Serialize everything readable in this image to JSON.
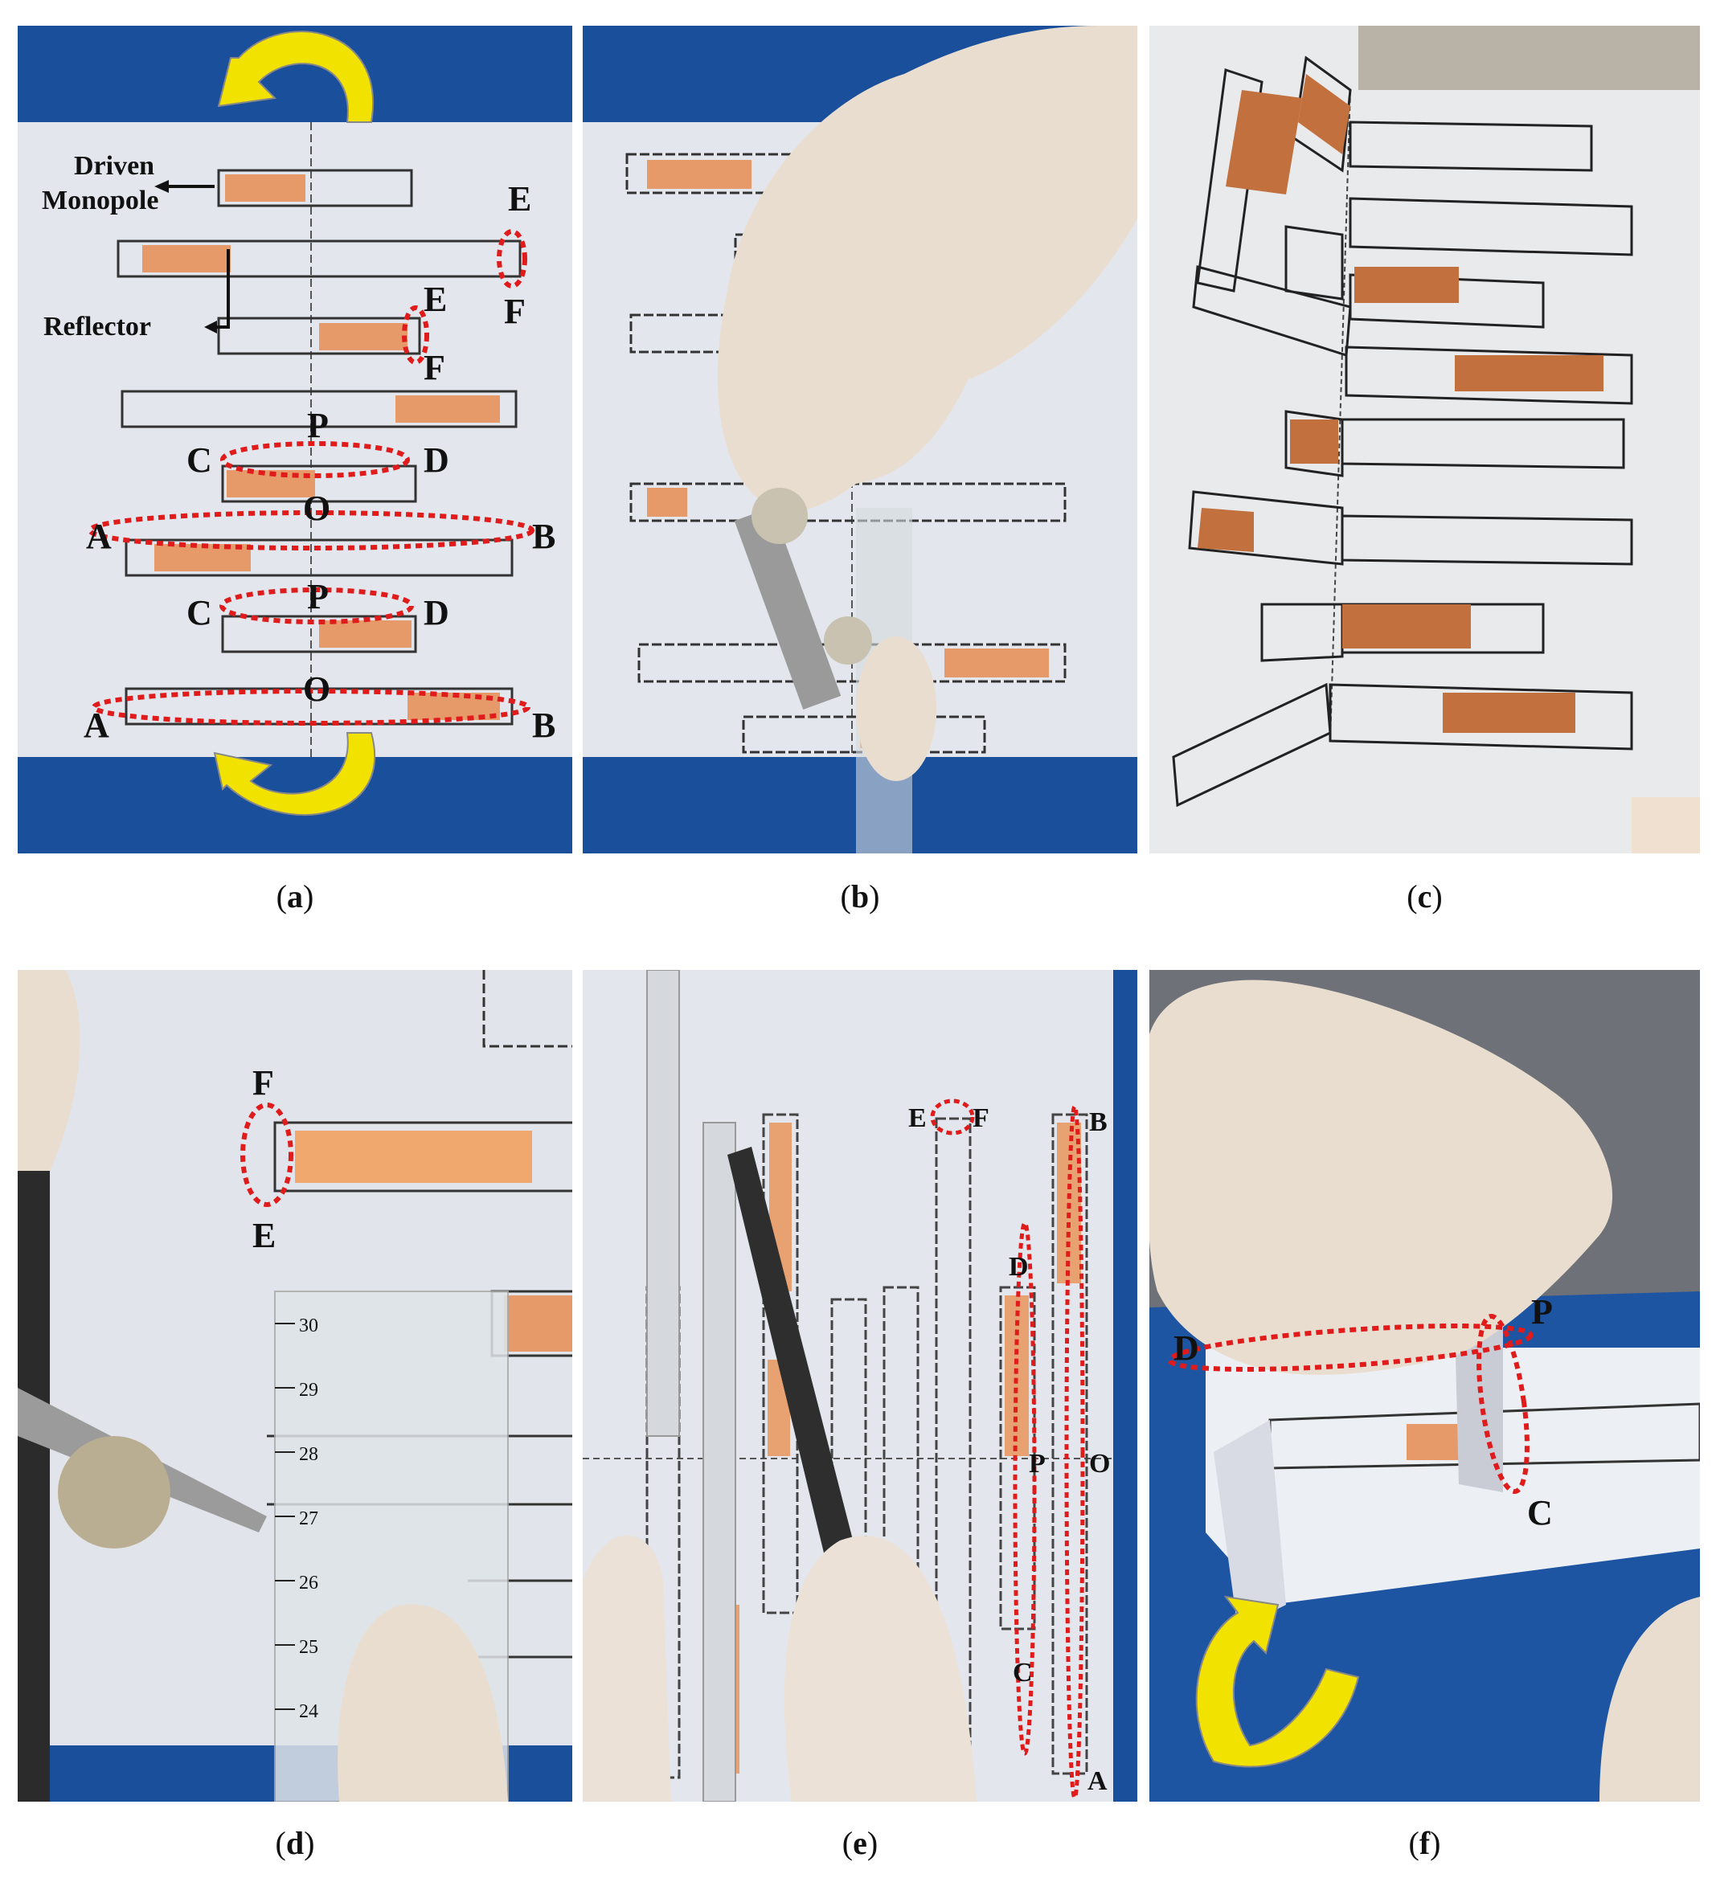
{
  "captions": [
    "a",
    "b",
    "c",
    "d",
    "e",
    "f"
  ],
  "panel_a": {
    "driven": "Driven",
    "monopole": "Monopole",
    "reflector": "Reflector",
    "letters": {
      "A": "A",
      "B": "B",
      "C": "C",
      "D": "D",
      "E": "E",
      "F": "F",
      "O": "O",
      "P": "P"
    }
  },
  "panel_d": {
    "F": "F",
    "E": "E",
    "ruler": [
      "30",
      "29",
      "28",
      "27",
      "26",
      "25",
      "24"
    ]
  },
  "panel_e": {
    "E": "E",
    "F": "F",
    "B": "B",
    "D": "D",
    "P": "P",
    "O": "O",
    "C": "C",
    "A": "A"
  },
  "panel_f": {
    "D": "D",
    "P": "P",
    "C": "C"
  },
  "colors": {
    "blue": "#1a4f9c",
    "paper": "#dfe3ea",
    "copper": "#e69a6a",
    "dotted_red": "#e01b1b",
    "arrow_yellow": "#f2e200",
    "glove": "#e9ddd0"
  }
}
